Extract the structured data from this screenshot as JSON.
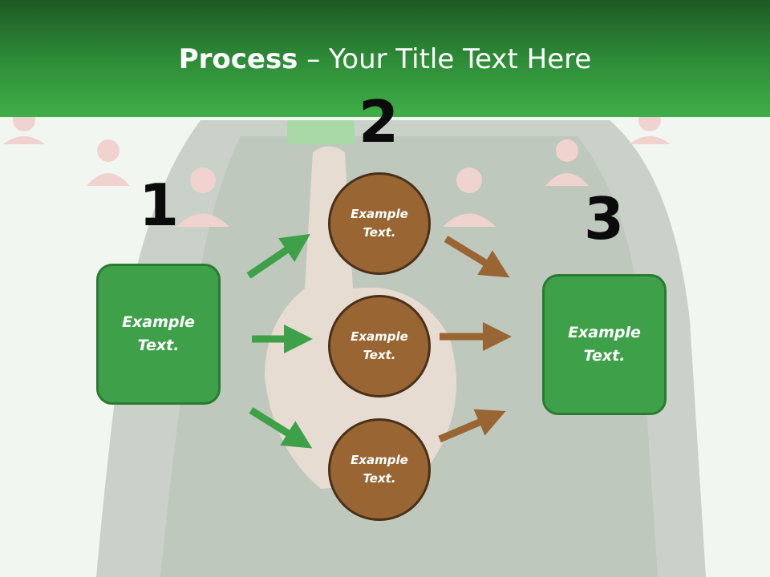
{
  "title": {
    "bold": "Process",
    "rest": " – Your Title Text Here"
  },
  "steps": {
    "one": "1",
    "two": "2",
    "three": "3"
  },
  "left_box": {
    "label": "Example\nText."
  },
  "right_box": {
    "label": "Example\nText."
  },
  "circles": [
    {
      "label": "Example\nText."
    },
    {
      "label": "Example\nText."
    },
    {
      "label": "Example\nText."
    }
  ],
  "colors": {
    "header": "#2f8f38",
    "box_fill": "#3ea149",
    "circle_fill": "#996633",
    "green_arrow": "#3ea149",
    "brown_arrow": "#996633"
  }
}
